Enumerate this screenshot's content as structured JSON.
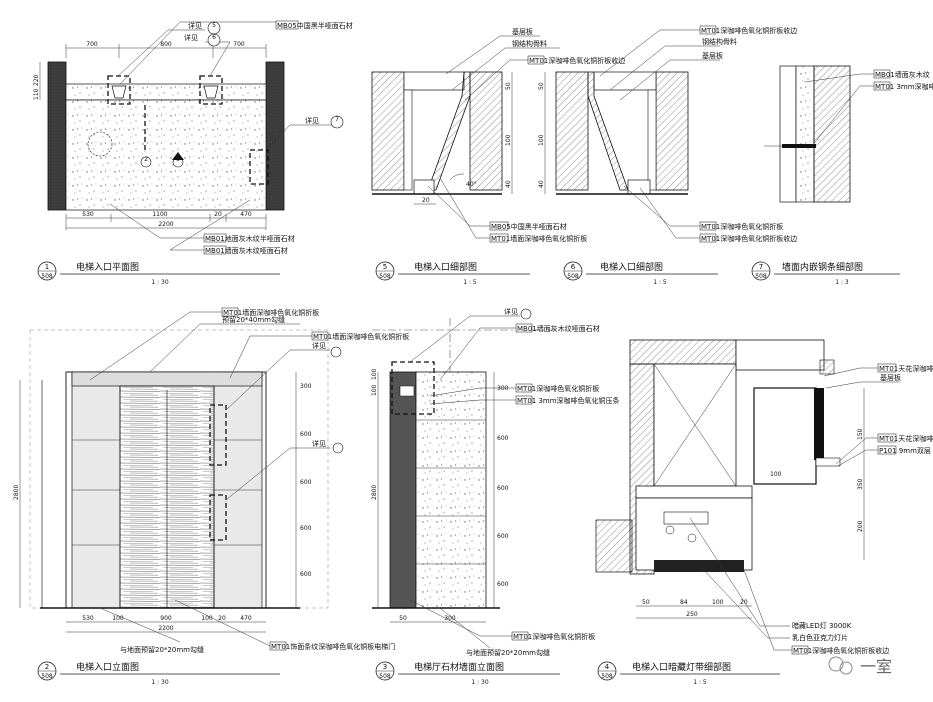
{
  "drawings": {
    "plan": {
      "number": "1",
      "sheet": "508",
      "title": "电梯入口平面图",
      "scale": "1 : 30",
      "dims_top": [
        "700",
        "800",
        "700"
      ],
      "dims_bottom": [
        "530",
        "1100",
        "20",
        "470"
      ],
      "dim_total": "2200",
      "dims_left": [
        "220",
        "110"
      ],
      "notes": [
        "MB05中国黑半哑面石材",
        "MB01地面灰木纹半哑面石材",
        "MB01墙面灰木纹哑面石材"
      ],
      "refs": [
        "详见",
        "详见",
        "详见"
      ],
      "ref_marks": [
        "5",
        "6",
        "7",
        "2",
        "3"
      ]
    },
    "detail5": {
      "number": "5",
      "sheet": "508",
      "title": "电梯入口细部图",
      "scale": "1 : 5",
      "notes": [
        "基层板",
        "钢结构骨料",
        "MT01深咖啡色氧化铜折板收边",
        "MB05中国黑半哑面石材",
        "MT01墙面深咖啡色氧化铜折板"
      ],
      "dims": [
        "50",
        "100",
        "40",
        "20",
        "40°"
      ]
    },
    "detail6": {
      "number": "6",
      "sheet": "508",
      "title": "电梯入口细部图",
      "scale": "1 : 5",
      "notes": [
        "MT01深咖啡色氧化铜折板收边",
        "钢结构骨料",
        "基层板",
        "MT01深咖啡色氧化铜折板",
        "MT01深咖啡色氧化铜折板收边"
      ],
      "dims": [
        "50",
        "100",
        "40"
      ]
    },
    "detail7": {
      "number": "7",
      "sheet": "508",
      "title": "墙面内嵌钢条细部图",
      "scale": "1 : 3",
      "notes": [
        "MB01墙面灰木纹",
        "MT01 3mm深咖啡"
      ]
    },
    "elevation2": {
      "number": "2",
      "sheet": "508",
      "title": "电梯入口立面图",
      "scale": "1 : 30",
      "notes": [
        "MT01墙面深咖啡色氧化铜折板",
        "预留20*40mm勾缝",
        "MT01墙面深咖啡色氧化铜折板",
        "详见",
        "详见",
        "与地面预留20*20mm勾缝",
        "MT01饰面条纹深咖啡色氧化铜板电梯门"
      ],
      "dims_bottom": [
        "530",
        "100",
        "900",
        "100",
        "20",
        "470"
      ],
      "dim_total": "2200",
      "dims_right": [
        "300",
        "600",
        "600",
        "600",
        "600"
      ],
      "dim_height": "2800"
    },
    "elevation3": {
      "number": "3",
      "sheet": "508",
      "title": "电梯厅石材墙面立面图",
      "scale": "1 : 30",
      "notes": [
        "详见",
        "MB01墙面灰木纹哑面石材",
        "MT01深咖啡色氧化铜折板",
        "MT01 3mm深咖啡色氧化铜压条",
        "MT01深咖啡色氧化铜折板",
        "与地面预留20*20mm勾缝"
      ],
      "dims_bottom": [
        "50",
        "300"
      ],
      "dims_right": [
        "300",
        "600",
        "600",
        "600",
        "600"
      ],
      "dim_height": "2800",
      "dims_left": [
        "100",
        "100"
      ]
    },
    "detail4": {
      "number": "4",
      "sheet": "508",
      "title": "电梯入口暗藏灯带细部图",
      "scale": "1 : 5",
      "notes": [
        "MT01天花深咖啡",
        "基层板",
        "MT01天花深咖啡",
        "P101 9mm双层",
        "暗藏LED灯 3000K",
        "乳白色亚克力灯片",
        "MT01深咖啡色氧化铜折板收边"
      ],
      "dims": [
        "150",
        "100",
        "350",
        "200",
        "50",
        "84",
        "100",
        "20",
        "250"
      ]
    }
  },
  "watermark": "一室"
}
